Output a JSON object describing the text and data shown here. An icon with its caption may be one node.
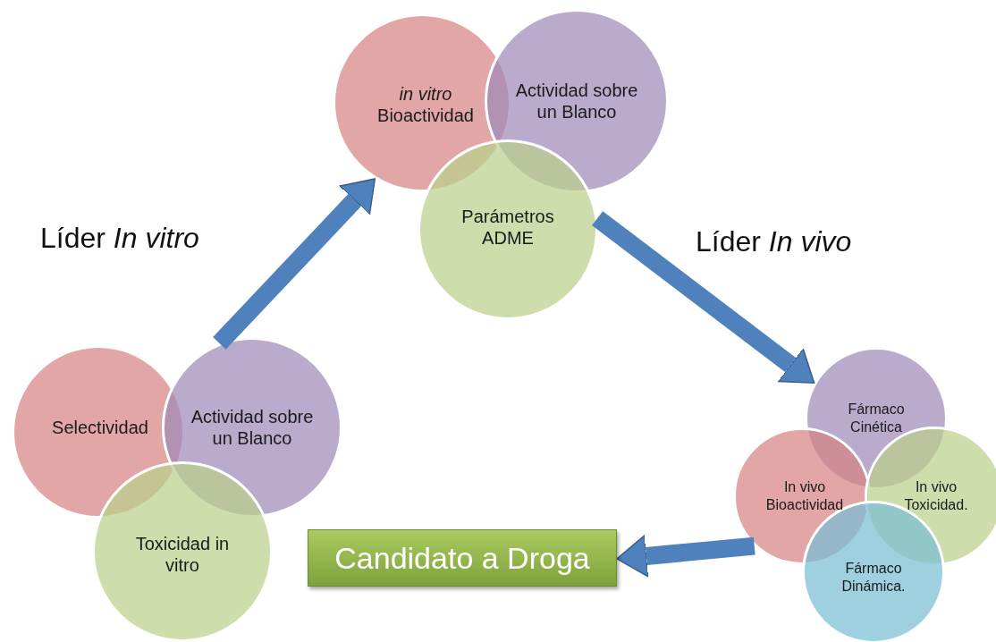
{
  "diagram": {
    "nodes": [
      {
        "text": [
          "*in vitro* Bioactividad"
        ]
      },
      {
        "text": [
          "Actividad sobre un Blanco"
        ]
      },
      {
        "text": [
          "Parámetros ADME"
        ]
      },
      {
        "text": [
          "Selectividad"
        ]
      },
      {
        "text": [
          "Actividad sobre un Blanco"
        ]
      },
      {
        "text": [
          "Toxicidad in vitro"
        ]
      },
      {
        "text": [
          "Fármaco Cinética"
        ]
      },
      {
        "text": [
          "In vivo Bioactividad"
        ]
      },
      {
        "text": [
          "In vivo Toxicidad."
        ]
      },
      {
        "text": [
          "Fármaco Dinámica."
        ]
      },
      {
        "text": [
          "Candidato a Droga"
        ]
      }
    ],
    "edges": [
      {
        "from": 4,
        "to": 0,
        "arrow": "to"
      },
      {
        "from": 2,
        "to": 6,
        "arrow": "to"
      },
      {
        "from": 7,
        "to": 10,
        "arrow": "to"
      }
    ],
    "labels": [
      "Líder *In vitro*",
      "Líder *In vivo*"
    ]
  }
}
